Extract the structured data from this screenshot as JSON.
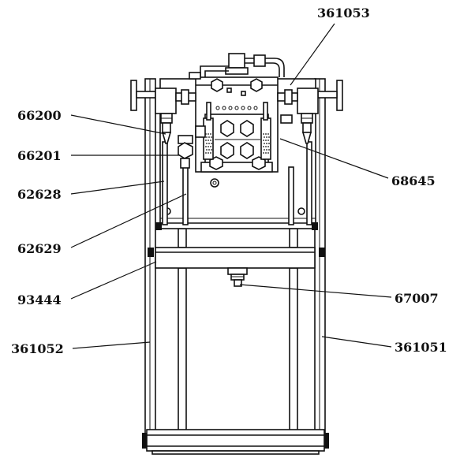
{
  "diagram": {
    "callouts": {
      "c361053": "361053",
      "c66200": "66200",
      "c66201": "66201",
      "c62628": "62628",
      "c62629": "62629",
      "c68645": "68645",
      "c93444": "93444",
      "c67007": "67007",
      "c361052": "361052",
      "c361051": "361051"
    }
  }
}
